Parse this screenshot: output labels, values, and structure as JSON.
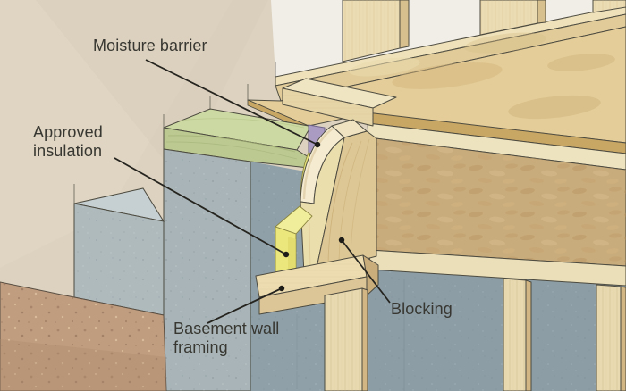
{
  "diagram": {
    "type": "construction-detail-illustration",
    "labels": [
      {
        "name": "moisture-barrier",
        "text": "Moisture barrier"
      },
      {
        "name": "approved-insulation",
        "text": "Approved insulation"
      },
      {
        "name": "blocking",
        "text": "Blocking"
      },
      {
        "name": "basement-wall-framing",
        "text": "Basement wall framing"
      }
    ],
    "colors": {
      "background": "#dcd2bf",
      "white_wall": "#f1eee8",
      "soil": "#c09d7f",
      "concrete_face": "#a8b4b7",
      "concrete_inner": "#8fa0a9",
      "footing_top": "#c6cfd1",
      "sill_plate_top": "#cdd9a2",
      "sill_plate_front": "#bcca92",
      "moisture_barrier": "#aa9bc3",
      "insulation": "#ebe77d",
      "blocking_wood": "#ebdead",
      "subfloor": "#e4cd99",
      "osb_web": "#c9ac7b",
      "stud_wood": "#ecdcb4",
      "leader_line": "#26241f",
      "label_text": "#383731"
    }
  }
}
